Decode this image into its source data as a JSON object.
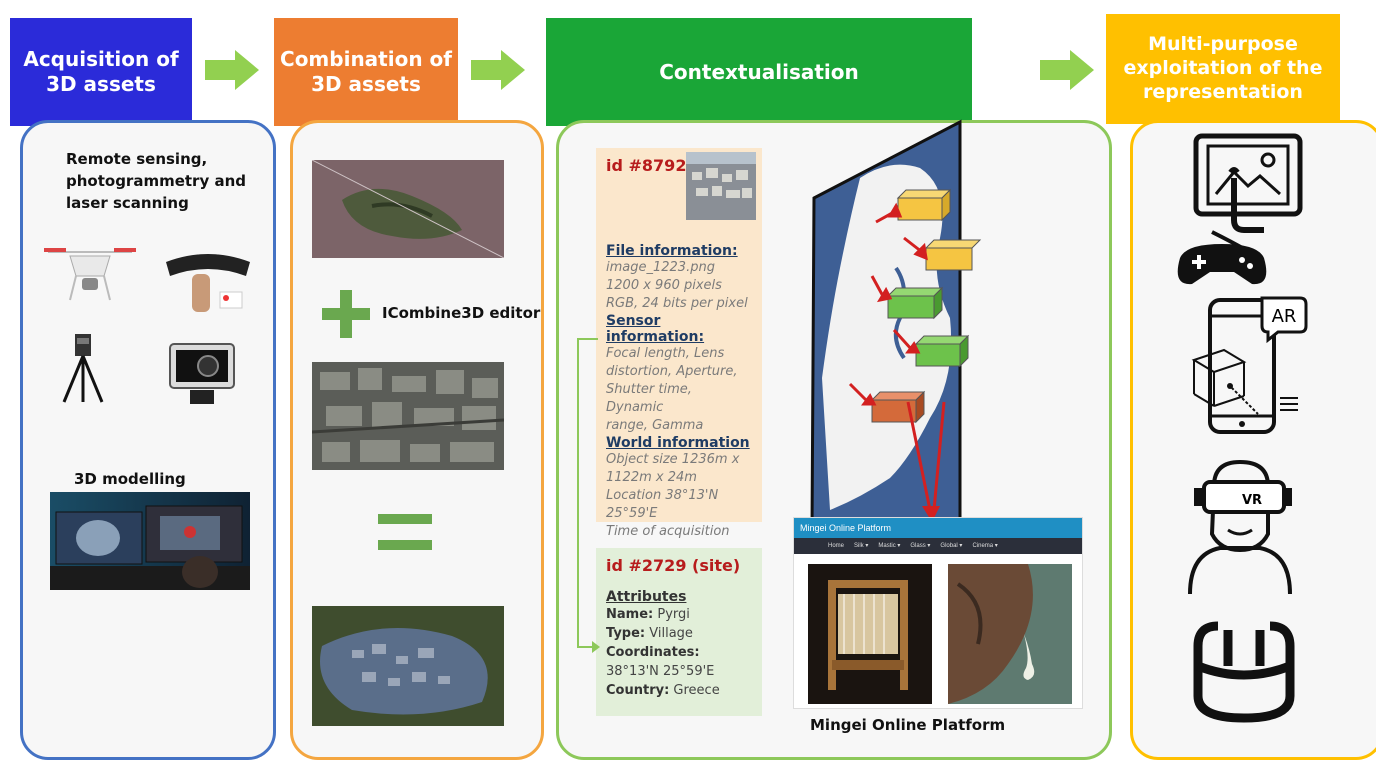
{
  "headers": {
    "acquisition": "Acquisition of\n3D assets",
    "combination": "Combination of\n3D assets",
    "contextualisation": "Contextualisation",
    "multipurpose": "Multi-purpose\nexploitation of the\nrepresentation"
  },
  "colors": {
    "acquisition": "#2b2bd9",
    "combination": "#ed7d31",
    "contextualisation": "#1aa637",
    "multipurpose": "#ffc000",
    "arrow": "#92d050",
    "panel_blue": "#4472c4",
    "panel_orange": "#f4a640",
    "panel_green": "#8dc85a",
    "panel_yellow": "#ffc000"
  },
  "acquisition_panel": {
    "caption": "Remote sensing,\nphotogrammetry and\nlaser scanning",
    "modelling_label": "3D modelling"
  },
  "combination_panel": {
    "editor_label": "ICombine3D editor"
  },
  "context_panel": {
    "card1": {
      "id": "id #8792",
      "file_title": "File information:",
      "file_text": "image_1223.png\n1200 x 960 pixels\nRGB, 24 bits per pixel",
      "sensor_title": "Sensor information:",
      "sensor_text": "Focal length, Lens\ndistortion,  Aperture,\nShutter time, Dynamic\nrange, Gamma",
      "world_title": "World information",
      "world_text": "Object size 1236m x\n1122m x 24m\nLocation 38°13'N\n25°59'E\nTime of acquisition"
    },
    "card2": {
      "id": "id #2729 (site)",
      "attributes_title": "Attributes",
      "name_label": "Name:",
      "name_value": "Pyrgi",
      "type_label": "Type:",
      "type_value": "Village",
      "coords_label": "Coordinates:",
      "coords_value": "38°13'N 25°59'E",
      "country_label": "Country:",
      "country_value": "Greece"
    },
    "platform": {
      "window_title": "Mingei Online Platform",
      "nav": [
        "Home",
        "Silk ▾",
        "Mastic ▾",
        "Glass ▾",
        "Global ▾",
        "Cinema ▾"
      ],
      "caption": "Mingei Online Platform"
    }
  },
  "multipurpose_panel": {
    "icons": [
      "touch-screen-gamepad-icon",
      "ar-phone-icon",
      "vr-headset-icon",
      "cylinder-display-icon"
    ],
    "ar_label": "AR",
    "vr_label": "VR"
  }
}
